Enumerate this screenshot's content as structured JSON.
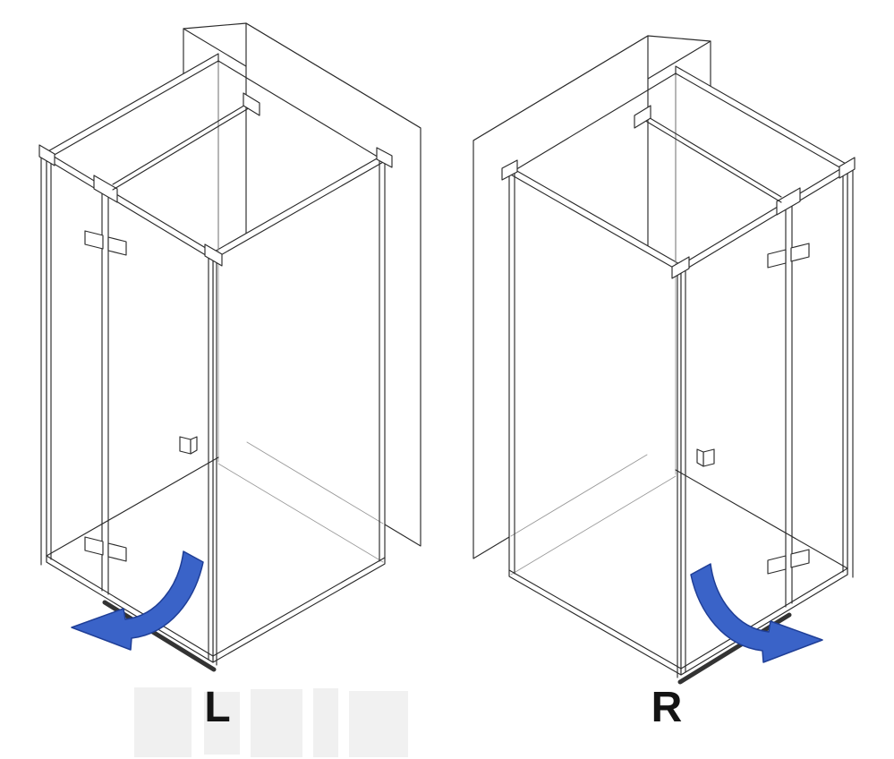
{
  "diagram": {
    "background": "#ffffff",
    "line_color": "#2b2b2b",
    "interior_line_color": "#9a9a9a",
    "arrow_color": "#3a63c8",
    "arrow_outline": "#1f3e96",
    "variants": [
      {
        "label": "L",
        "arrow": "curved-arrow-left",
        "door_swing": "left"
      },
      {
        "label": "R",
        "arrow": "curved-arrow-right",
        "door_swing": "right"
      }
    ]
  }
}
